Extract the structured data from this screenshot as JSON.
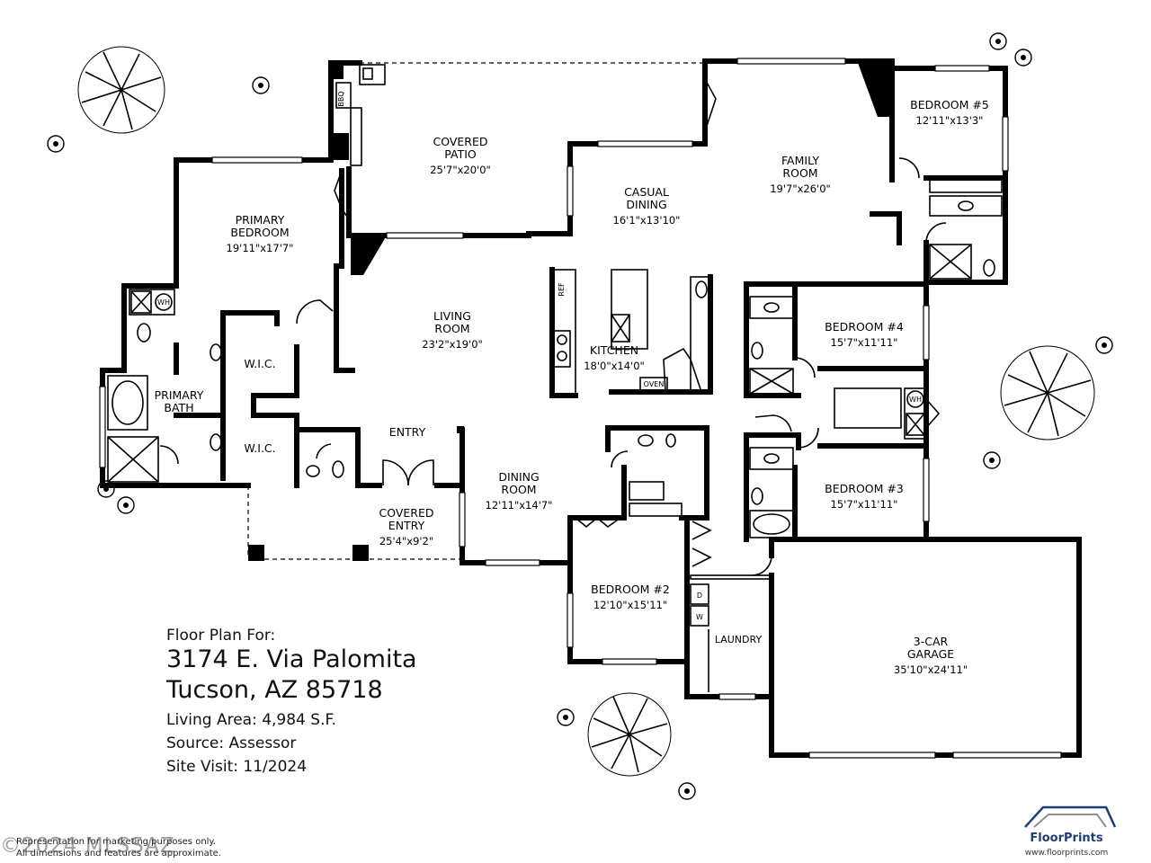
{
  "rooms": [
    {
      "id": "covered-patio",
      "name_lines": [
        "COVERED",
        "PATIO"
      ],
      "dims": "25'7\"x20'0\""
    },
    {
      "id": "primary-bedroom",
      "name_lines": [
        "PRIMARY",
        "BEDROOM"
      ],
      "dims": "19'11\"x17'7\""
    },
    {
      "id": "casual-dining",
      "name_lines": [
        "CASUAL",
        "DINING"
      ],
      "dims": "16'1\"x13'10\""
    },
    {
      "id": "family-room",
      "name_lines": [
        "FAMILY",
        "ROOM"
      ],
      "dims": "19'7\"x26'0\""
    },
    {
      "id": "bedroom-5",
      "name_lines": [
        "BEDROOM #5"
      ],
      "dims": "12'11\"x13'3\""
    },
    {
      "id": "living-room",
      "name_lines": [
        "LIVING",
        "ROOM"
      ],
      "dims": "23'2\"x19'0\""
    },
    {
      "id": "kitchen",
      "name_lines": [
        "KITCHEN"
      ],
      "dims": "18'0\"x14'0\""
    },
    {
      "id": "bedroom-4",
      "name_lines": [
        "BEDROOM #4"
      ],
      "dims": "15'7\"x11'11\""
    },
    {
      "id": "primary-bath",
      "name_lines": [
        "PRIMARY",
        "BATH"
      ],
      "dims": ""
    },
    {
      "id": "wic-upper",
      "name_lines": [
        "W.I.C."
      ],
      "dims": ""
    },
    {
      "id": "wic-lower",
      "name_lines": [
        "W.I.C."
      ],
      "dims": ""
    },
    {
      "id": "entry",
      "name_lines": [
        "ENTRY"
      ],
      "dims": ""
    },
    {
      "id": "dining-room",
      "name_lines": [
        "DINING",
        "ROOM"
      ],
      "dims": "12'11\"x14'7\""
    },
    {
      "id": "bedroom-3",
      "name_lines": [
        "BEDROOM #3"
      ],
      "dims": "15'7\"x11'11\""
    },
    {
      "id": "covered-entry",
      "name_lines": [
        "COVERED",
        "ENTRY"
      ],
      "dims": "25'4\"x9'2\""
    },
    {
      "id": "bedroom-2",
      "name_lines": [
        "BEDROOM #2"
      ],
      "dims": "12'10\"x15'11\""
    },
    {
      "id": "laundry",
      "name_lines": [
        "LAUNDRY"
      ],
      "dims": ""
    },
    {
      "id": "garage",
      "name_lines": [
        "3-CAR",
        "GARAGE"
      ],
      "dims": "35'10\"x24'11\""
    }
  ],
  "fixtures": {
    "bbq": "BBQ",
    "ref": "REF",
    "oven": "OVEN",
    "wh1": "WH",
    "wh2": "WH",
    "dryer": "D",
    "washer": "W"
  },
  "info": {
    "heading": "Floor Plan For:",
    "address_line1": "3174 E. Via Palomita",
    "address_line2": "Tucson, AZ  85718",
    "living_area": "Living Area:  4,984 S.F.",
    "source": "Source:  Assessor",
    "site_visit": "Site Visit:  11/2024"
  },
  "disclaimer": {
    "line1": "Representation for marketing purposes only.",
    "line2": "All dimensions and features are approximate."
  },
  "watermark": "©2024 MLSSAZ",
  "brand": {
    "name": "FloorPrints",
    "url": "www.floorprints.com",
    "color": "#1f3f73"
  }
}
